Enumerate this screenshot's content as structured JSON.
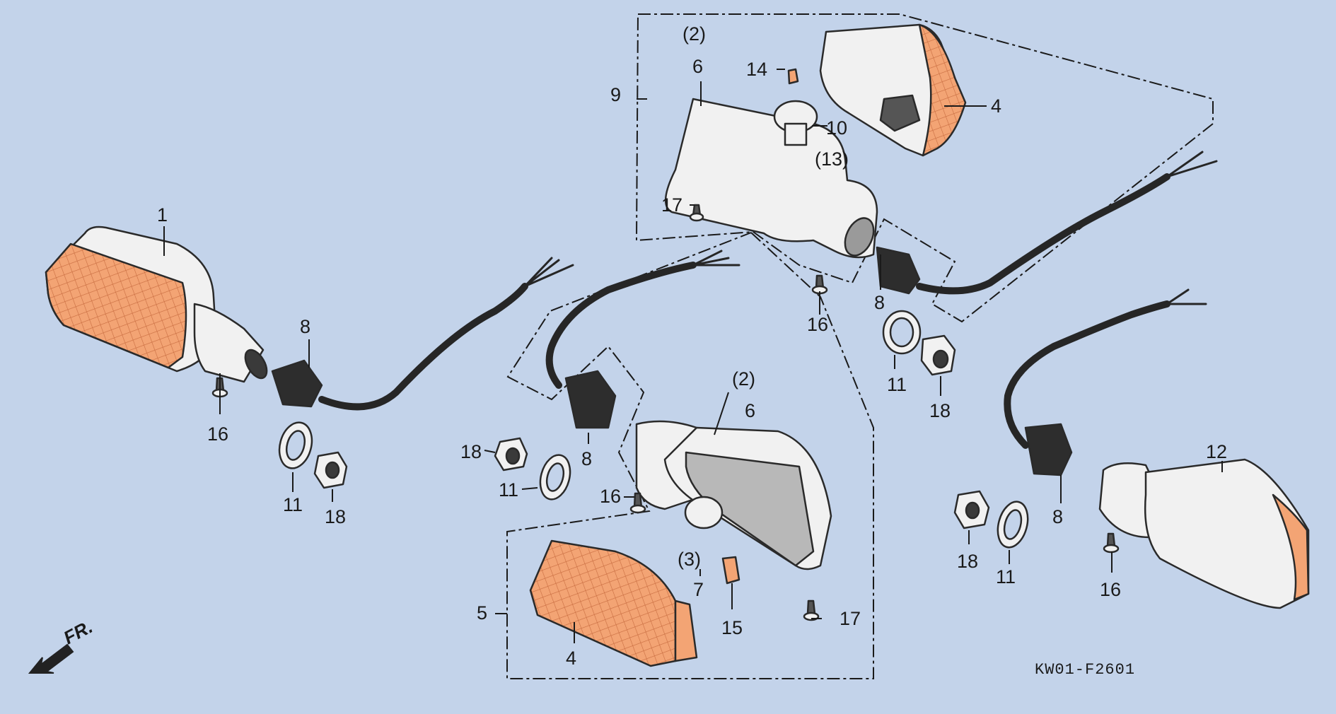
{
  "diagram": {
    "code": "KW01-F2601",
    "direction_label": "FR.",
    "callouts": {
      "c1": "1",
      "c2a": "(2)",
      "c2b": "(2)",
      "c3": "(3)",
      "c4a": "4",
      "c4b": "4",
      "c5": "5",
      "c6a": "6",
      "c6b": "6",
      "c7": "7",
      "c8a": "8",
      "c8b": "8",
      "c8c": "8",
      "c8d": "8",
      "c9": "9",
      "c10": "10",
      "c11a": "11",
      "c11b": "11",
      "c11c": "11",
      "c11d": "11",
      "c12": "12",
      "c13": "(13)",
      "c14": "14",
      "c15": "15",
      "c16a": "16",
      "c16b": "16",
      "c16c": "16",
      "c16d": "16",
      "c17a": "17",
      "c17b": "17",
      "c18a": "18",
      "c18b": "18",
      "c18c": "18",
      "c18d": "18"
    }
  }
}
